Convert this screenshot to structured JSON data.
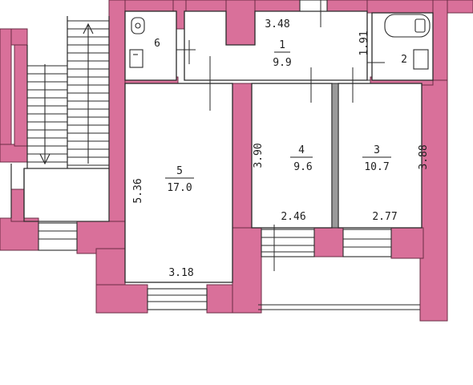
{
  "colors": {
    "wall": "#d9709a",
    "line": "#2a2a2a",
    "background": "#ffffff"
  },
  "rooms": [
    {
      "number": "1",
      "area": "9.9"
    },
    {
      "number": "2",
      "area": ""
    },
    {
      "number": "3",
      "area": "10.7"
    },
    {
      "number": "4",
      "area": "9.6"
    },
    {
      "number": "5",
      "area": "17.0"
    },
    {
      "number": "6",
      "area": ""
    }
  ],
  "dimensions": {
    "room1_width": "3.48",
    "room1_depth": "1.91",
    "room5_length": "5.36",
    "room5_width": "3.18",
    "room4_length": "3.90",
    "room4_width": "2.46",
    "room3_length": "3.88",
    "room3_width": "2.77"
  },
  "icons": [
    "stair-up-arrow-icon",
    "stair-down-arrow-icon",
    "toilet-icon",
    "bathtub-icon",
    "sink-icon"
  ]
}
